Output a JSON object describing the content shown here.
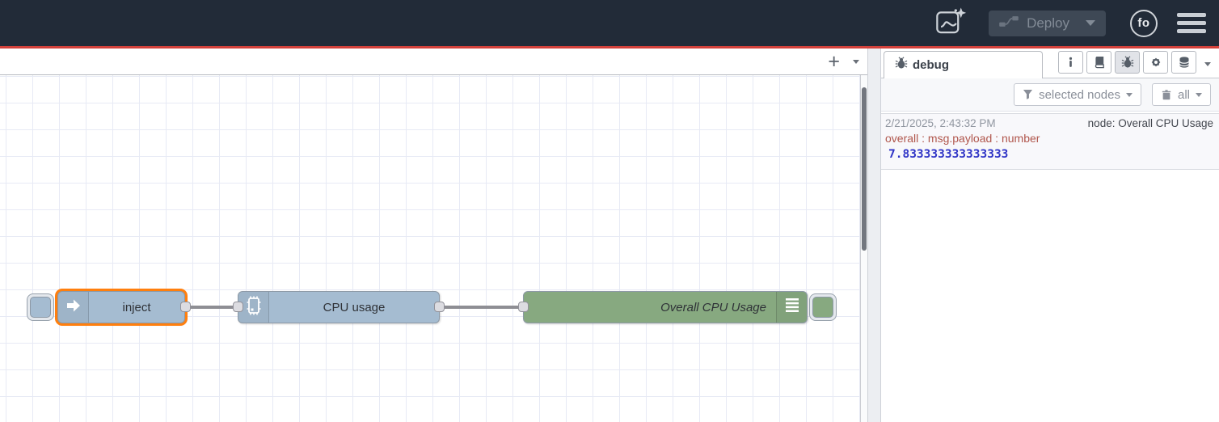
{
  "header": {
    "deploy": {
      "label": "Deploy"
    },
    "avatar": {
      "initials": "fo"
    }
  },
  "workspace_tabs": {
    "add_button": "+"
  },
  "flow": {
    "nodes": [
      {
        "type": "inject",
        "label": "inject",
        "selected": true
      },
      {
        "type": "function",
        "label": "CPU usage",
        "selected": false
      },
      {
        "type": "debug",
        "label": "Overall CPU Usage",
        "selected": false
      }
    ]
  },
  "sidebar": {
    "active_tab": "debug",
    "toolbar": {
      "filter_label": "selected nodes",
      "clear_label": "all"
    },
    "messages": [
      {
        "timestamp": "2/21/2025, 2:43:32 PM",
        "source": "node: Overall CPU Usage",
        "property": "overall : msg.payload : number",
        "value": "7.833333333333333"
      }
    ]
  },
  "colors": {
    "header_bg": "#222b38",
    "header_accent_line": "#d3413b",
    "node_blue": "#a5bcd1",
    "node_green": "#87a980",
    "selection_orange": "#ff7f0e",
    "wire_gray": "#8e8e94",
    "debug_property_red": "#b0564c",
    "debug_value_blue": "#2f34c6"
  }
}
